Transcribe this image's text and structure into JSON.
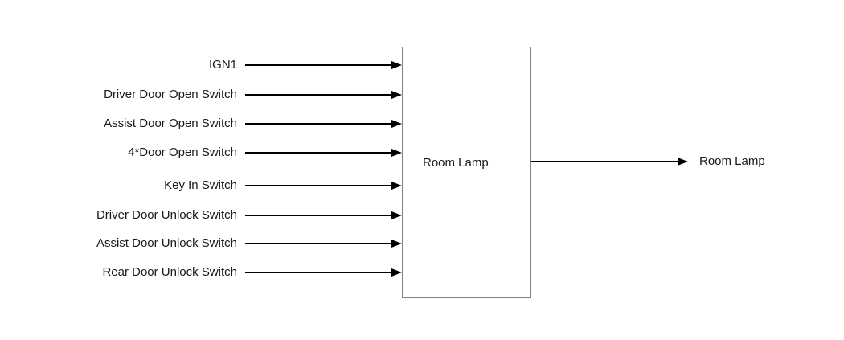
{
  "diagram": {
    "block": {
      "label": "Room Lamp"
    },
    "inputs": [
      {
        "label": "IGN1"
      },
      {
        "label": "Driver Door Open Switch"
      },
      {
        "label": "Assist Door Open Switch"
      },
      {
        "label": "4*Door Open Switch"
      },
      {
        "label": "Key In Switch"
      },
      {
        "label": "Driver Door Unlock Switch"
      },
      {
        "label": "Assist Door Unlock Switch"
      },
      {
        "label": "Rear Door Unlock Switch"
      }
    ],
    "output": {
      "label": "Room Lamp"
    }
  },
  "colors": {
    "background": "#ffffff",
    "line": "#000000",
    "box_border": "#7f7f7f",
    "text": "#1a1a1a"
  }
}
